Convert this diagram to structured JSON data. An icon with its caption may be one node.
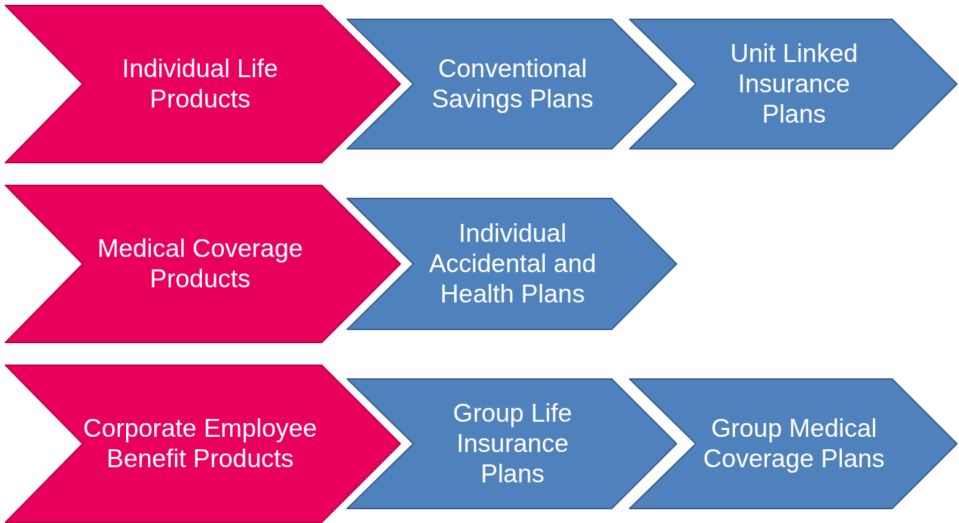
{
  "diagram": {
    "nodes": [
      {
        "text": [
          "Individual Life Products"
        ]
      },
      {
        "text": [
          "Conventional Savings Plans"
        ]
      },
      {
        "text": [
          "Unit Linked Insurance Plans"
        ]
      },
      {
        "text": [
          "Medical Coverage Products"
        ]
      },
      {
        "text": [
          "Individual Accidental and Health Plans"
        ]
      },
      {
        "text": [
          "Corporate Employee Benefit Products"
        ]
      },
      {
        "text": [
          "Group Life Insurance Plans"
        ]
      },
      {
        "text": [
          "Group Medical Coverage Plans"
        ]
      }
    ]
  }
}
